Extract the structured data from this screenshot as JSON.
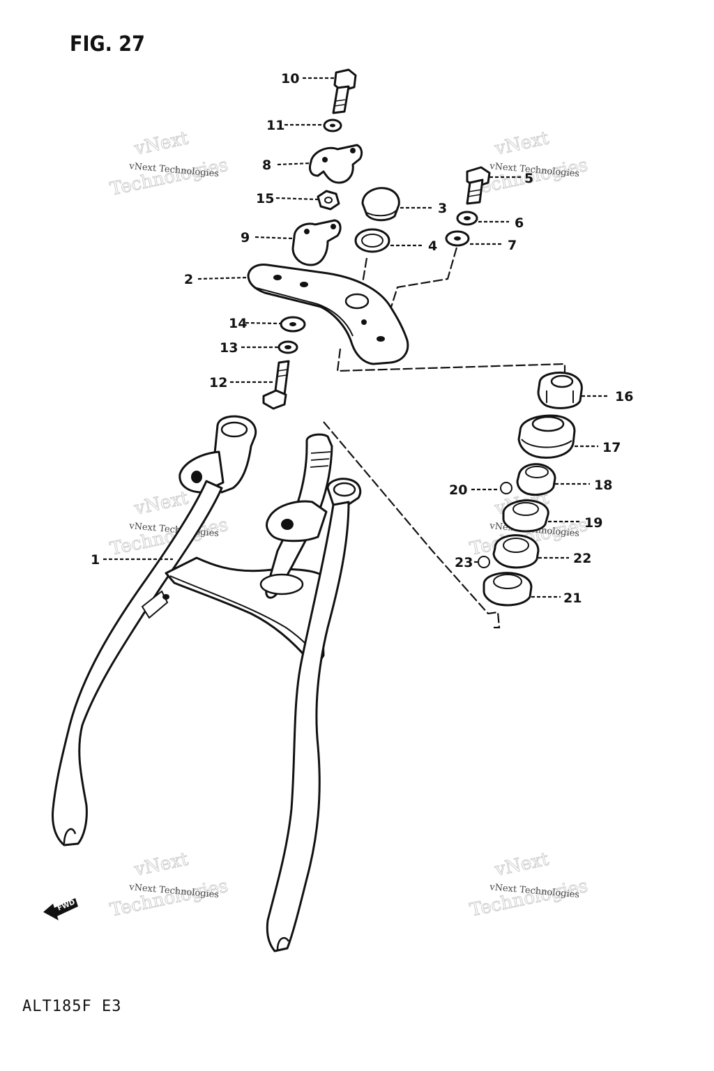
{
  "figure": {
    "title": "FIG. 27",
    "model_code": "ALT185F E3",
    "fwd_marker": "FWD"
  },
  "watermark": {
    "line1": "vNext Technologies",
    "line2": "vNext",
    "line3": "Technologies"
  },
  "callouts": {
    "p1": "1",
    "p2": "2",
    "p3": "3",
    "p4": "4",
    "p5": "5",
    "p6": "6",
    "p7": "7",
    "p8": "8",
    "p9": "9",
    "p10": "10",
    "p11": "11",
    "p12": "12",
    "p13": "13",
    "p14": "14",
    "p15": "15",
    "p16": "16",
    "p17": "17",
    "p18": "18",
    "p19": "19",
    "p20": "20",
    "p21": "21",
    "p22": "22",
    "p23": "23"
  }
}
